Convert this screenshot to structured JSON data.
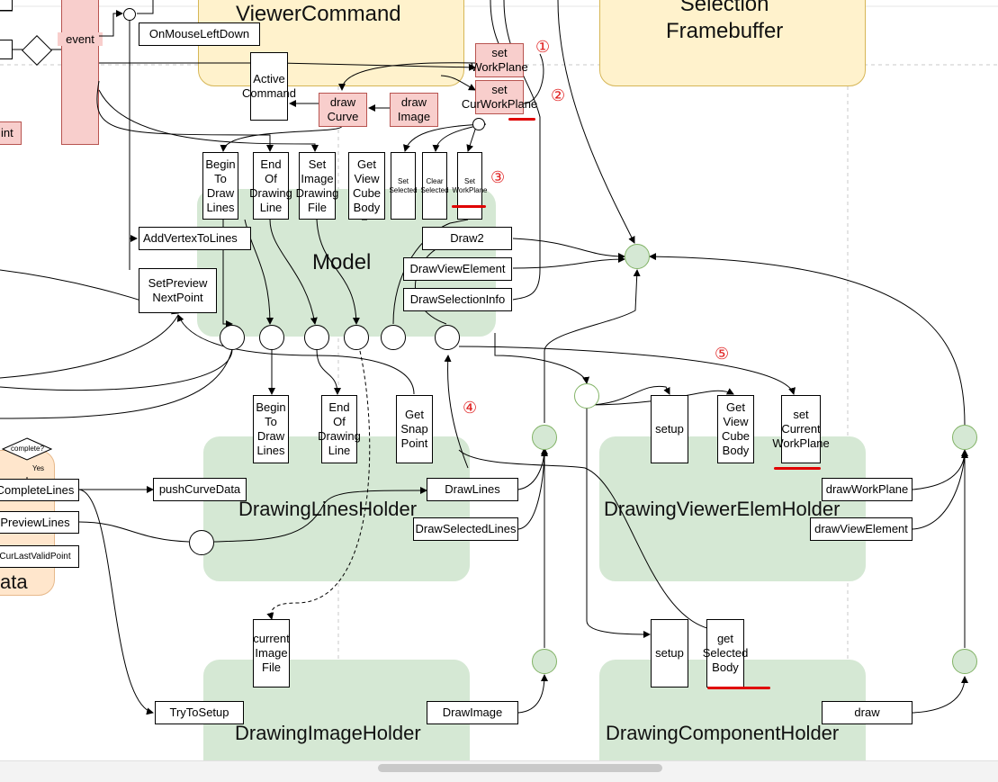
{
  "regions": {
    "viewer_command": "ViewerCommand",
    "selection_framebuffer": "Selection\nFramebuffer",
    "model": "Model",
    "drawing_lines_holder": "DrawingLinesHolder",
    "drawing_viewer_elem_holder": "DrawingViewerElemHolder",
    "drawing_image_holder": "DrawingImageHolder",
    "drawing_component_holder": "DrawingComponentHolder",
    "data_partial": "ata"
  },
  "nodes": {
    "event": "event",
    "on_mouse_left_down": "OnMouseLeftDown",
    "active_command": "Active\nCommand",
    "draw_curve": "draw\nCurve",
    "draw_image": "draw\nImage",
    "set_workplane": "set\nWorkPlane",
    "set_curworkplane": "set\nCurWorkPlane",
    "int_partial": "int",
    "begin_to_draw_lines": "Begin\nTo\nDraw\nLines",
    "end_of_drawing_line": "End\nOf\nDrawing\nLine",
    "set_image_drawing_file": "Set\nImage\nDrawing\nFile",
    "get_view_cube_body": "Get\nView\nCube\nBody",
    "set_selected": "Set\nSelected",
    "clear_selected": "Clear\nSelected",
    "set_workplane_small": "Set\nWorkPlane",
    "add_vertex_to_lines": "AddVertexToLines",
    "set_preview_next_point": "SetPreview\nNextPoint",
    "draw2": "Draw2",
    "draw_view_element": "DrawViewElement",
    "draw_selection_info": "DrawSelectionInfo",
    "holder_begin_to_draw_lines": "Begin\nTo\nDraw\nLines",
    "holder_end_of_drawing_line": "End\nOf\nDrawing\nLine",
    "get_snap_point": "Get\nSnap\nPoint",
    "complete_q": "complete?",
    "yes": "Yes",
    "complete_lines": "CompleteLines",
    "preview_lines": "PreviewLines",
    "cur_last_valid_point": "CurLastValidPoint",
    "push_curve_data": "pushCurveData",
    "draw_lines": "DrawLines",
    "draw_selected_lines": "DrawSelectedLines",
    "setup_viewer": "setup",
    "get_view_cube_body_2": "Get\nView\nCube\nBody",
    "set_current_workplane": "set\nCurrent\nWorkPlane",
    "draw_workplane": "drawWorkPlane",
    "draw_view_element_2": "drawViewElement",
    "current_image_file": "current\nImage\nFile",
    "try_to_setup": "TryToSetup",
    "draw_image_2": "DrawImage",
    "setup_component": "setup",
    "get_selected_body": "get\nSelected\nBody",
    "draw": "draw"
  },
  "markers": [
    "①",
    "②",
    "③",
    "④",
    "⑤"
  ],
  "colors": {
    "yellow_region": "#fff2cc",
    "green_region": "#d5e8d4",
    "pink_node": "#f8cecc",
    "annotation_red": "#e00000"
  }
}
